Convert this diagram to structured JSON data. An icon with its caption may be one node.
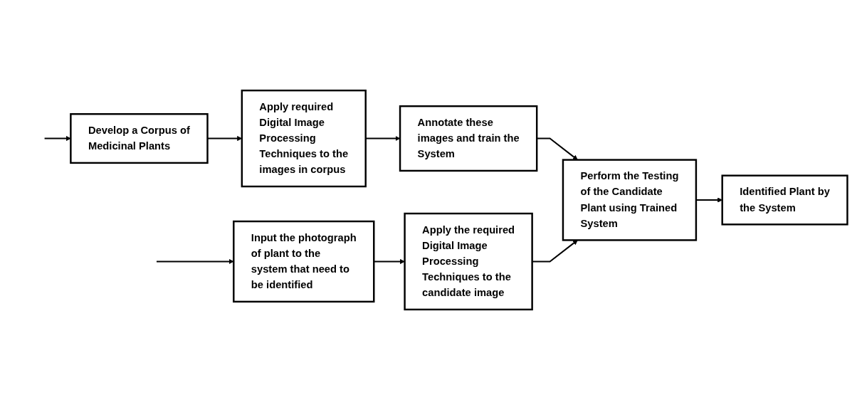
{
  "diagram": {
    "nodes": [
      {
        "text": [
          "Develop a Corpus of Medicinal Plants"
        ]
      },
      {
        "text": [
          "Apply required Digital Image Processing Techniques to the images in corpus"
        ]
      },
      {
        "text": [
          "Annotate these images and train the System"
        ]
      },
      {
        "text": [
          "Input the photograph of plant to the system that need to be identified"
        ]
      },
      {
        "text": [
          "Apply the required Digital Image Processing Techniques to the candidate image"
        ]
      },
      {
        "text": [
          "Perform the Testing of the Candidate Plant using Trained System"
        ]
      },
      {
        "text": [
          "Identified Plant by the System"
        ]
      }
    ],
    "edges": [
      {
        "from": null,
        "to": 0,
        "arrow": "to"
      },
      {
        "from": 0,
        "to": 1,
        "arrow": "to"
      },
      {
        "from": 1,
        "to": 2,
        "arrow": "to"
      },
      {
        "from": 2,
        "to": 5,
        "arrow": "to"
      },
      {
        "from": null,
        "to": 3,
        "arrow": "to"
      },
      {
        "from": 3,
        "to": 4,
        "arrow": "to"
      },
      {
        "from": 4,
        "to": 5,
        "arrow": "to"
      },
      {
        "from": 5,
        "to": 6,
        "arrow": "to"
      }
    ]
  }
}
